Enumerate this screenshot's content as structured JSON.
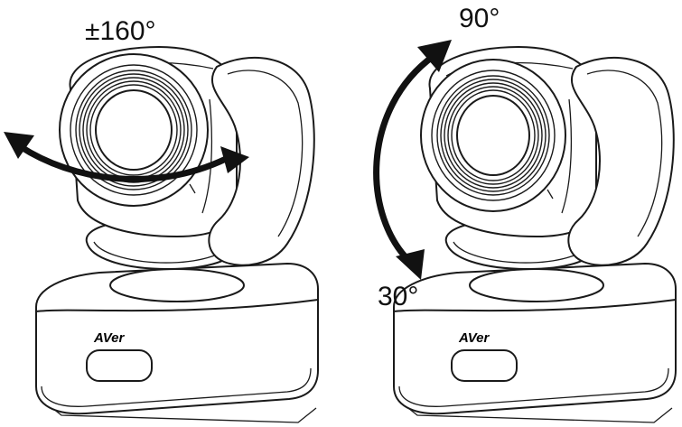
{
  "diagram": {
    "left_camera": {
      "rotation_label": "±160°",
      "brand_logo": "AVer"
    },
    "right_camera": {
      "tilt_up_label": "90°",
      "tilt_down_label": "30°",
      "brand_logo": "AVer"
    },
    "colors": {
      "line": "#1a1a1a",
      "arrow": "#111111",
      "background": "#ffffff"
    }
  }
}
